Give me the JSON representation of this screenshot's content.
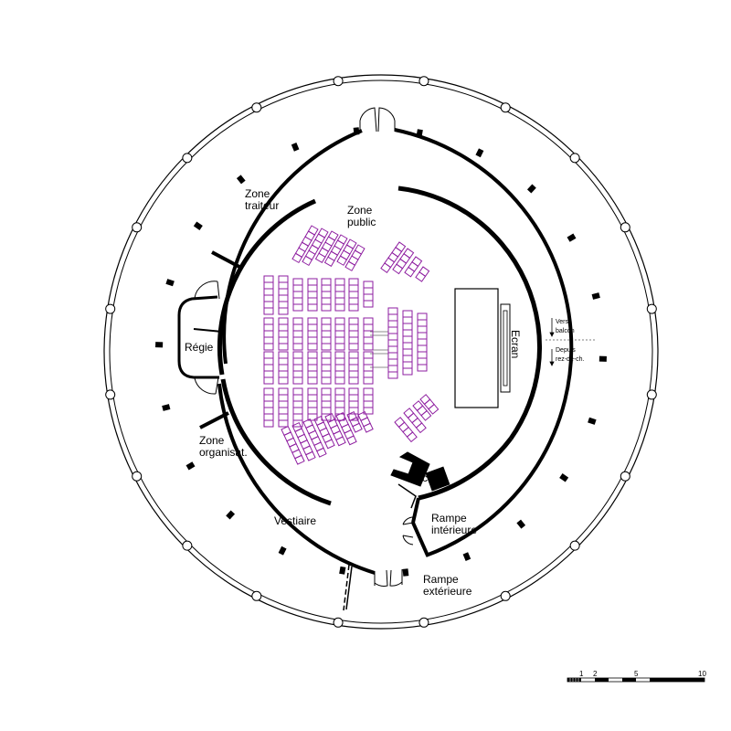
{
  "colors": {
    "walls": "#000000",
    "seats": "#8e1ea0",
    "background": "#ffffff"
  },
  "labels": {
    "zone_traiteur_1": "Zone",
    "zone_traiteur_2": "traiteur",
    "zone_public_1": "Zone",
    "zone_public_2": "public",
    "regie": "Régie",
    "zone_organisat_1": "Zone",
    "zone_organisat_2": "organisat.",
    "vestiaire": "Vestiaire",
    "ecran": "Ecran",
    "asc": "Asc.",
    "rampe_int_1": "Rampe",
    "rampe_int_2": "intérieure",
    "rampe_ext_1": "Rampe",
    "rampe_ext_2": "extérieure",
    "vers_1": "Vers",
    "vers_2": "balcon",
    "depuis_1": "Depuis",
    "depuis_2": "rez-de-ch."
  },
  "scale_bar": {
    "ticks": [
      "1",
      "2",
      "5",
      "10"
    ]
  },
  "icons": [
    "arrow-down-icon",
    "door-swing-icon",
    "elevator-icon"
  ]
}
